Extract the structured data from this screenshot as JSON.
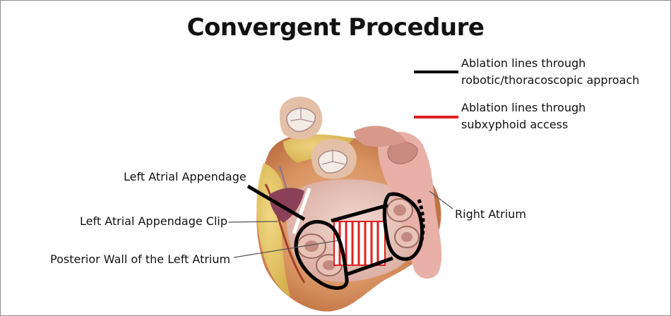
{
  "title": "Convergent Procedure",
  "legend": [
    {
      "line1": "Ablation lines through",
      "line2": "robotic/thoracoscopic approach",
      "color": "#000000"
    },
    {
      "line1": "Ablation lines through",
      "line2": "subxyphoid access",
      "color": "#e02020"
    }
  ],
  "labels": {
    "laa": "Left Atrial Appendage",
    "laa_clip": "Left Atrial Appendage Clip",
    "posterior_wall": "Posterior Wall of the Left Atrium",
    "right_atrium": "Right Atrium"
  }
}
